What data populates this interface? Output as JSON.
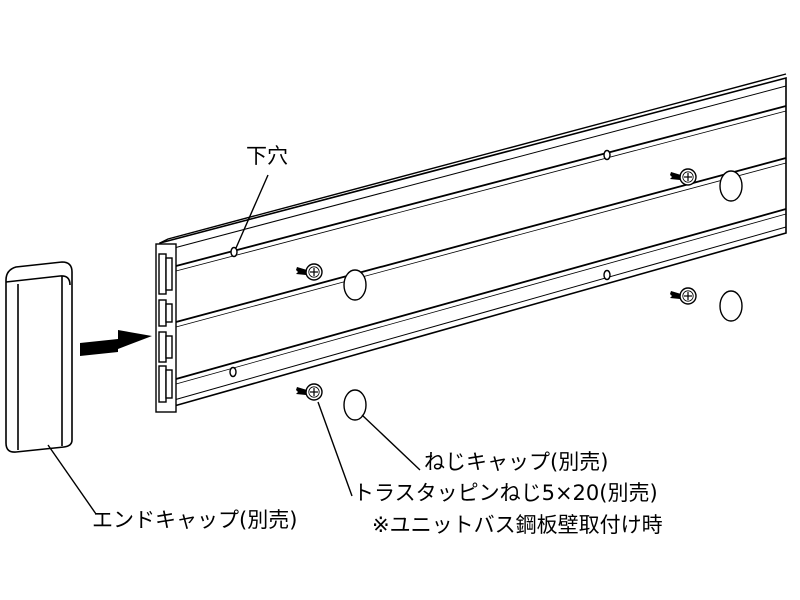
{
  "labels": {
    "lower_hole": "下穴",
    "screw_cap": "ねじキャップ(別売)",
    "screw": "トラスタッピンねじ5×20(別売)",
    "note": "※ユニットバス鋼板壁取付け時",
    "end_cap": "エンドキャップ(別売)"
  }
}
